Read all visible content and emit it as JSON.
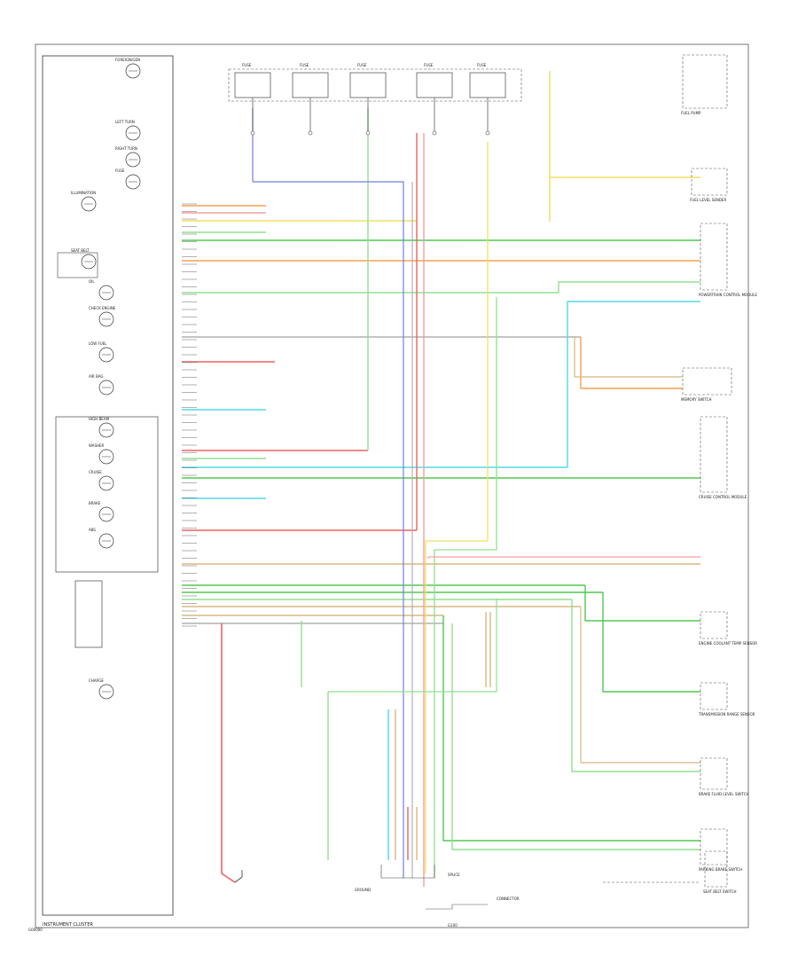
{
  "diagram": {
    "footer_label": "INSTRUMENT CLUSTER",
    "corner_code": "G00000",
    "colors": {
      "red": "#f06060",
      "pink": "#f4a0a0",
      "orange": "#f5a050",
      "yellow": "#f0e060",
      "green": "#50c850",
      "light_green": "#90e090",
      "cyan": "#50d8e8",
      "blue": "#7080e0",
      "tan": "#d8b880",
      "gray": "#b0b0b0"
    },
    "cluster_labels": [
      "FOREIGN/GEN",
      "LEFT TURN",
      "RIGHT TURN",
      "FUSE",
      "ILLUMINATION",
      "SEAT BELT",
      "OIL",
      "CHECK ENGINE",
      "LOW FUEL",
      "AIR BAG",
      "HIGH BEAM",
      "WASHER",
      "CRUISE",
      "BRAKE",
      "ABS",
      "CHARGE"
    ],
    "top_connector_labels": [
      "FUSE",
      "FUSE",
      "FUSE",
      "FUSE",
      "FUSE"
    ],
    "right_component_labels": [
      "FUEL PUMP",
      "FUEL LEVEL SENDER",
      "POWERTRAIN CONTROL MODULE",
      "MEMORY SWITCH",
      "CRUISE CONTROL MODULE",
      "ENGINE COOLANT TEMP SENSOR",
      "TRANSMISSION RANGE SENSOR",
      "BRAKE FLUID LEVEL SWITCH",
      "PARKING BRAKE SWITCH",
      "SEAT BELT SWITCH"
    ],
    "bottom_labels": [
      "GROUND",
      "SPLICE",
      "G100",
      "CONNECTOR"
    ]
  }
}
